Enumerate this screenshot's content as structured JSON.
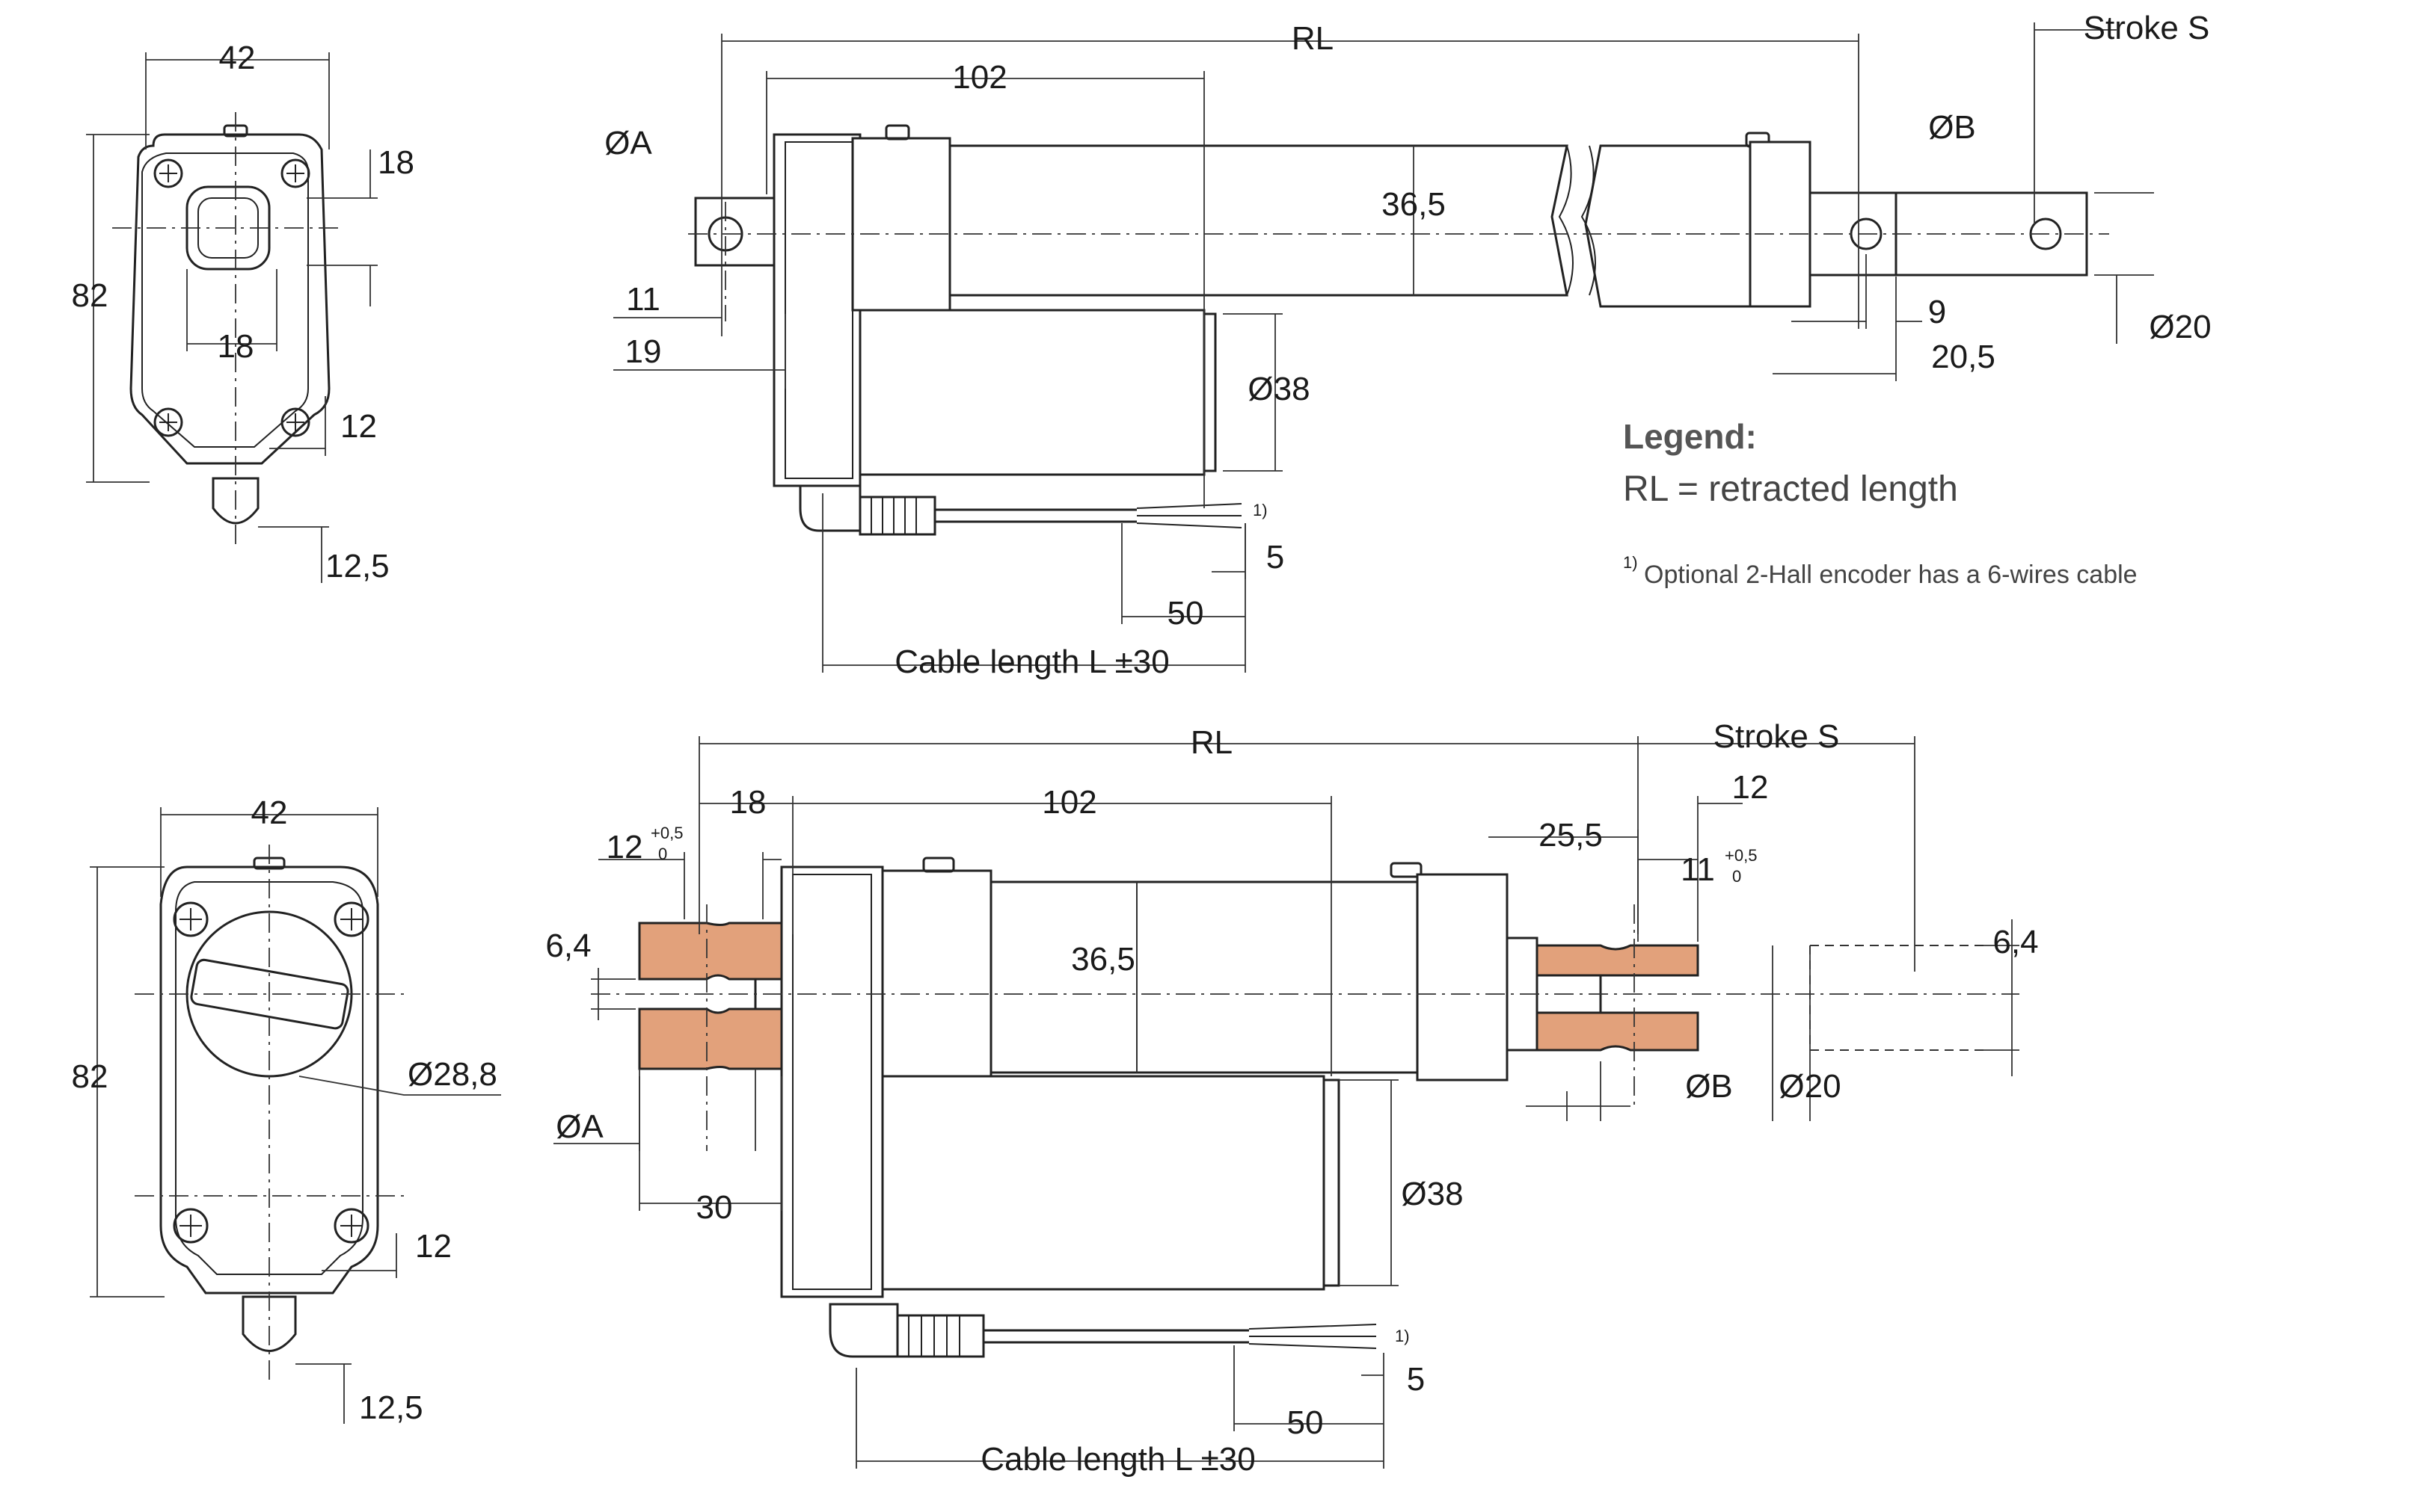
{
  "legend": {
    "title": "Legend:",
    "rl_definition": "RL = retracted length",
    "footnote_marker": "1)",
    "footnote": "Optional 2-Hall encoder has a 6-wires cable"
  },
  "top_end_view": {
    "width": "42",
    "height": "82",
    "top_offset": "18",
    "square_width": "18",
    "bottom_offset": "12",
    "connector": "12,5"
  },
  "top_side_view": {
    "retracted_length": "RL",
    "stroke": "Stroke S",
    "motor_length": "102",
    "pin_a": "ØA",
    "pin_b": "ØB",
    "tube_dia": "36,5",
    "clevis_11": "11",
    "clevis_19": "19",
    "motor_dia": "Ø38",
    "rod_9": "9",
    "rod_20_5": "20,5",
    "rod_dia": "Ø20",
    "cable_length": "Cable length L ±30",
    "cable_50": "50",
    "cable_5": "5",
    "note_marker": "1)"
  },
  "bottom_end_view": {
    "width": "42",
    "height": "82",
    "knob_dia": "Ø28,8",
    "bottom_offset": "12",
    "connector": "12,5"
  },
  "bottom_side_view": {
    "retracted_length": "RL",
    "stroke": "Stroke S",
    "offset_18": "18",
    "motor_length": "102",
    "slot_12": "12",
    "slot_12_tol_upper": "+0,5",
    "slot_12_tol_lower": "0",
    "slot_6_4_left": "6,4",
    "pin_a": "ØA",
    "clevis_30": "30",
    "tube_dia": "36,5",
    "rod_25_5": "25,5",
    "rod_12": "12",
    "slot_11": "11",
    "slot_11_tol_upper": "+0,5",
    "slot_11_tol_lower": "0",
    "slot_6_4_right": "6,4",
    "pin_b": "ØB",
    "rod_dia": "Ø20",
    "motor_dia": "Ø38",
    "cable_length": "Cable length L ±30",
    "cable_50": "50",
    "cable_5": "5",
    "note_marker": "1)"
  }
}
